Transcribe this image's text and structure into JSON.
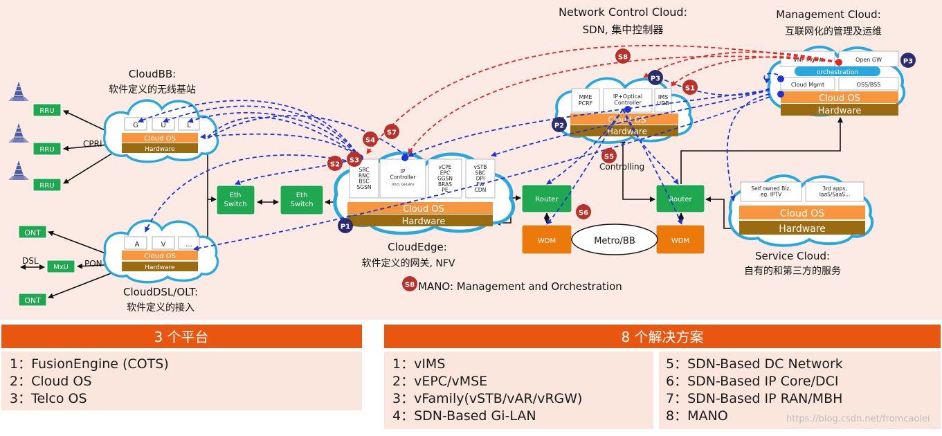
{
  "colors": {
    "background": "#fcebe4",
    "cloud_fill": "#ffffff",
    "cloud_border": "#29a8e0",
    "cloud_os": "#f7963f",
    "hardware": "#9b6b12",
    "green_box": "#1fa84f",
    "wdm_box": "#ec7a0b",
    "header_bar": "#e8560f",
    "panel_bg": "#fbe6dd",
    "dashed_blue": "#1c35d6",
    "dashed_red": "#e3261f",
    "badge_red": "#b8302a",
    "badge_navy": "#2a2c6e"
  },
  "clouds": {
    "cloudbb": {
      "title": "CloudBB:",
      "subtitle": "软件定义的无线基站",
      "modules": [
        "G",
        "U",
        "L"
      ],
      "os": "Cloud OS",
      "hw": "Hardware"
    },
    "clouddsl": {
      "title": "CloudDSL/OLT:",
      "subtitle": "软件定义的接入",
      "modules": [
        "A",
        "V",
        "..."
      ],
      "os": "Cloud OS",
      "hw": "Hardware"
    },
    "cloudedge": {
      "title": "CloudEdge:",
      "subtitle": "软件定义的网关, NFV",
      "modules": [
        "SRC\nRNC\nBSC\nSGSN",
        "IP\nController",
        "vCPE\nEPC\nGGSN\nBRAS\nPE",
        "vSTB\nSBC\nDPI\nFW\nCDN"
      ],
      "controller_note": "(incl. Gi-Lan)",
      "os": "Cloud OS",
      "hw": "Hardware"
    },
    "network_control": {
      "title": "Network Control Cloud:",
      "subtitle": "SDN, 集中控制器",
      "modules": [
        "MME\nPCRF",
        "IP+Optical\nController",
        "IMS\nUDB"
      ],
      "os": "Cloud OS",
      "hw": "Hardware"
    },
    "management": {
      "title": "Management Cloud:",
      "subtitle": "互联网化的管理及运维",
      "modules": [
        "VNF Mgmt",
        "Open GW",
        "Cloud Mgmt",
        "OSS/BSS"
      ],
      "orchestration": "orchestration",
      "os": "Cloud OS",
      "hw": "Hardware"
    },
    "service": {
      "title": "Service Cloud:",
      "subtitle": "自有的和第三方的服务",
      "modules": [
        "Self owned Biz,\neg. IPTV",
        "3rd apps,\nIaaS/SaaS..."
      ],
      "os": "Cloud OS",
      "hw": "Hardware"
    }
  },
  "devices": {
    "rru": [
      "RRU",
      "RRU",
      "RRU"
    ],
    "ont": [
      "ONT",
      "ONT"
    ],
    "mxu": "MxU",
    "eth_switch": [
      "Eth\nSwitch",
      "Eth\nSwitch"
    ],
    "router": [
      "Router",
      "Router"
    ],
    "wdm": [
      "WDM",
      "WDM"
    ],
    "metro": "Metro/BB"
  },
  "link_labels": {
    "cpri": "CPRI",
    "pon": "PON",
    "dsl": "DSL",
    "controlling": "Controlling"
  },
  "badges": {
    "p1": "P1",
    "p2": "P2",
    "p3a": "P3",
    "p3b": "P3",
    "s1": "S1",
    "s2": "S2",
    "s3": "S3",
    "s4": "S4",
    "s5": "S5",
    "s6": "S6",
    "s7": "S7",
    "s8a": "S8",
    "s8b": "S8"
  },
  "mano_legend": "MANO: Management and Orchestration",
  "platforms": {
    "header": "3 个平台",
    "items": [
      "1：FusionEngine (COTS)",
      "2：Cloud OS",
      "3：Telco OS"
    ]
  },
  "solutions": {
    "header": "8 个解决方案",
    "left": [
      "1：vIMS",
      "2：vEPC/vMSE",
      "3：vFamily(vSTB/vAR/vRGW)",
      "4：SDN-Based Gi-LAN"
    ],
    "right": [
      "5：SDN-Based DC Network",
      "6：SDN-Based IP Core/DCI",
      "7：SDN-Based IP RAN/MBH",
      "8：MANO"
    ]
  },
  "watermark": "https://blog.csdn.net/fromcaolei"
}
